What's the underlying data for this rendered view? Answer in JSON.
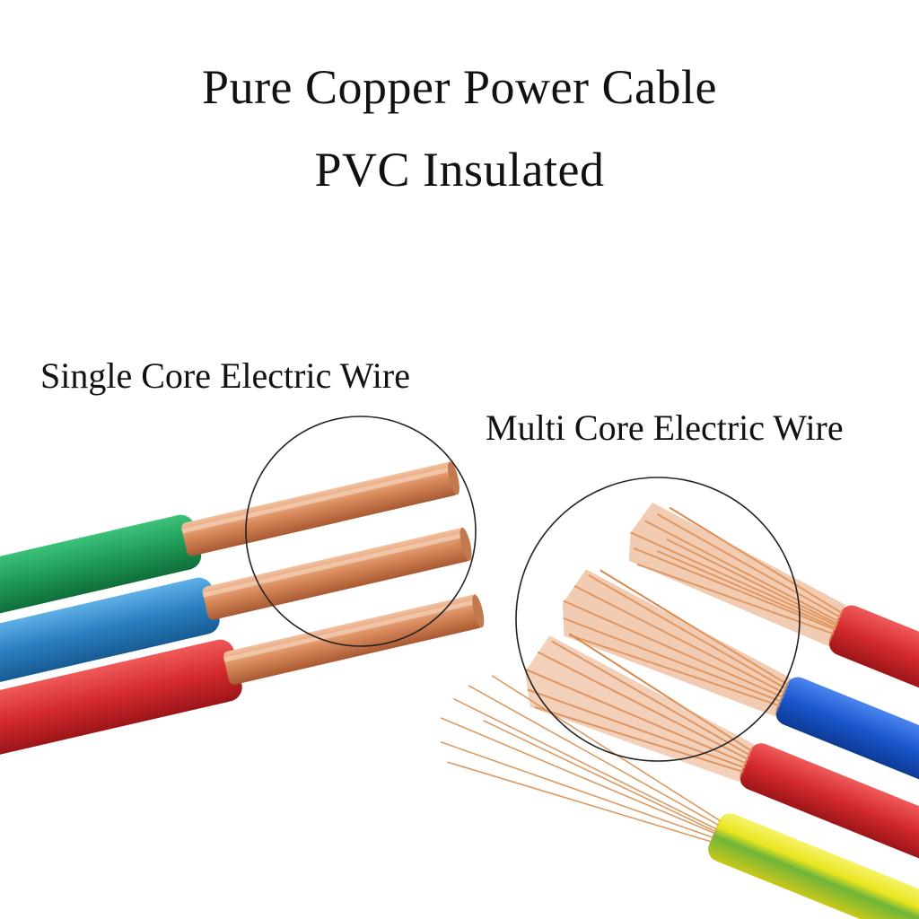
{
  "title": {
    "line1": "Pure Copper Power Cable",
    "line2": "PVC Insulated"
  },
  "labels": {
    "single_core": "Single Core Electric Wire",
    "multi_core": "Multi Core Electric Wire"
  },
  "colors": {
    "background": "#ffffff",
    "copper": "#d98a5c",
    "insulation_green": "#1f9a57",
    "insulation_blue": "#2a7fc0",
    "insulation_red": "#d42a2e",
    "insulation_blue_bright": "#1a56cc",
    "insulation_yellow": "#e9e51f"
  }
}
